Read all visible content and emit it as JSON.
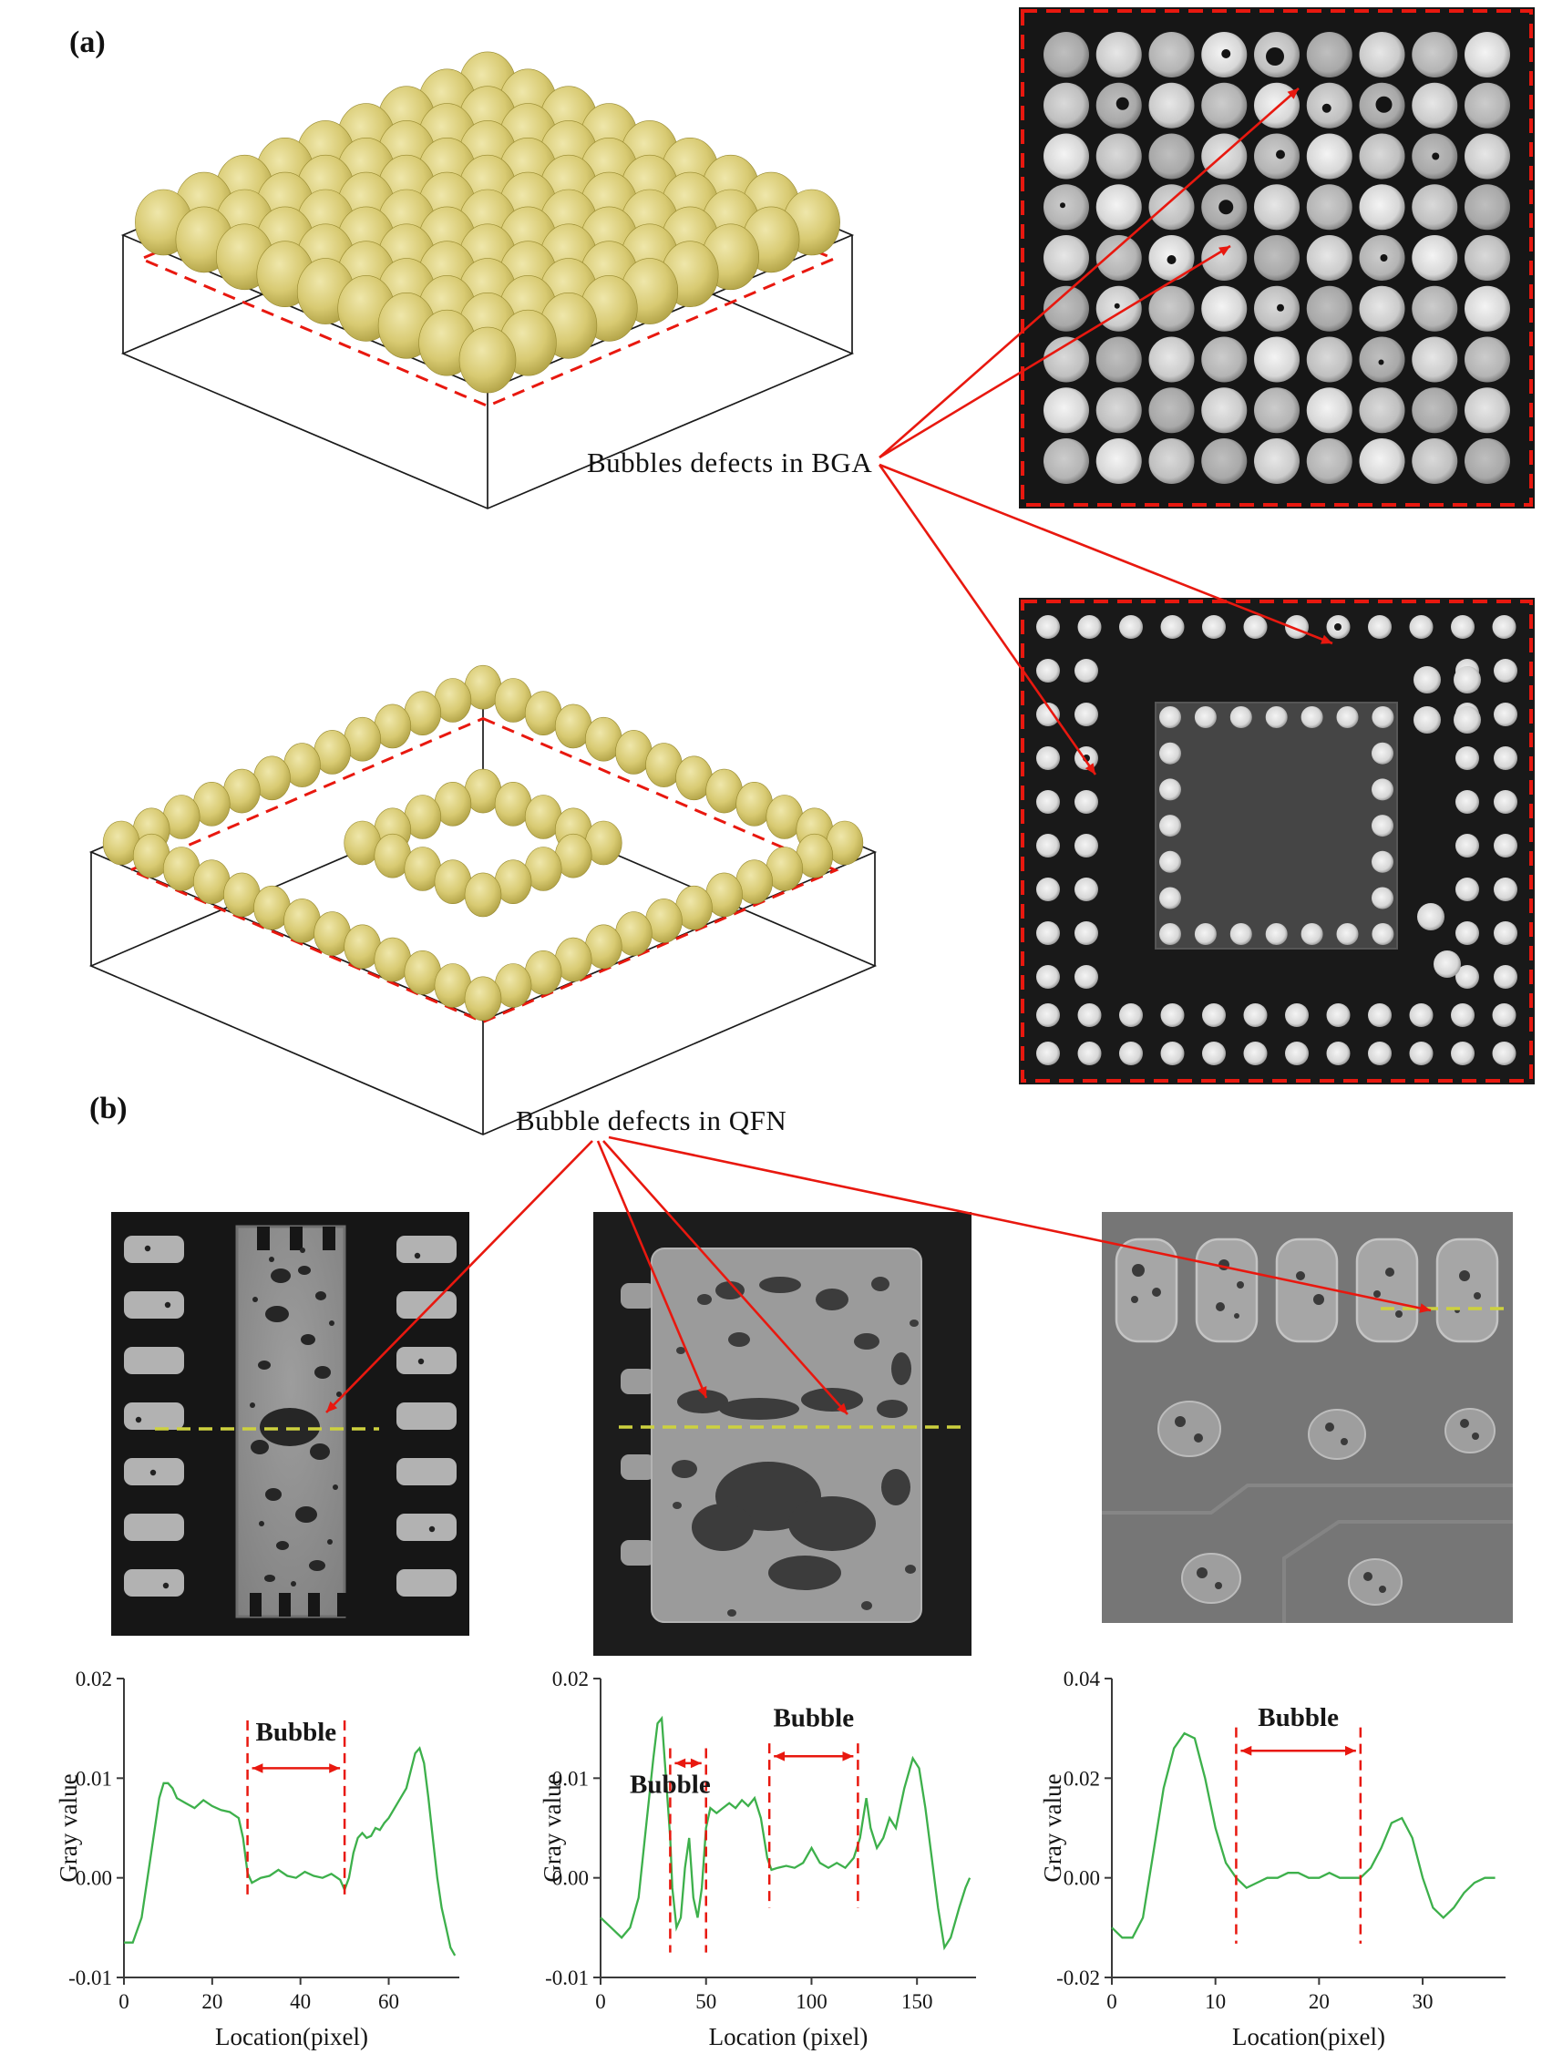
{
  "panel_a": {
    "label": "(a)",
    "caption": "Bubbles defects in BGA"
  },
  "panel_b": {
    "label": "(b)",
    "caption": "Bubble defects in QFN"
  },
  "colors": {
    "arrow_red": "#e8180f",
    "dashed_red": "#e8180f",
    "ball_yellow": "#d8ca72",
    "curve_green": "#3db04b",
    "scan_line_yellow": "#cdd13e",
    "xray_background": "#161616"
  },
  "bga_full_array": {
    "rows": 9,
    "cols": 9,
    "defects": [
      {
        "r": 0,
        "c": 3,
        "s": 5
      },
      {
        "r": 0,
        "c": 4,
        "s": 10
      },
      {
        "r": 1,
        "c": 1,
        "s": 7
      },
      {
        "r": 1,
        "c": 5,
        "s": 5
      },
      {
        "r": 1,
        "c": 6,
        "s": 9
      },
      {
        "r": 2,
        "c": 4,
        "s": 5
      },
      {
        "r": 2,
        "c": 7,
        "s": 4
      },
      {
        "r": 3,
        "c": 3,
        "s": 8
      },
      {
        "r": 3,
        "c": 0,
        "s": 3
      },
      {
        "r": 4,
        "c": 2,
        "s": 5
      },
      {
        "r": 4,
        "c": 6,
        "s": 4
      },
      {
        "r": 5,
        "c": 4,
        "s": 4
      },
      {
        "r": 5,
        "c": 1,
        "s": 3
      },
      {
        "r": 6,
        "c": 6,
        "s": 3
      }
    ]
  },
  "bga_perimeter_array": {
    "pattern": "perimeter-with-inner-ring",
    "outer_per_side": 13,
    "inner_per_side": 5
  },
  "chart_data": [
    {
      "type": "line",
      "xlabel": "Location(pixel)",
      "ylabel": "Gray value",
      "xlim": [
        0,
        76
      ],
      "ylim": [
        -0.01,
        0.02
      ],
      "xticks": [
        0,
        20,
        40,
        60
      ],
      "yticks": [
        "0.02",
        "0.01",
        "0.00",
        "-0.01"
      ],
      "legend": "none",
      "grid": false,
      "series": [
        {
          "name": "gray-profile",
          "x": [
            0,
            2,
            4,
            6,
            8,
            9,
            10,
            11,
            12,
            14,
            16,
            18,
            20,
            22,
            24,
            26,
            27,
            28,
            29,
            31,
            33,
            35,
            37,
            39,
            41,
            43,
            45,
            47,
            49,
            50,
            51,
            52,
            53,
            54,
            55,
            56,
            57,
            58,
            59,
            60,
            62,
            64,
            66,
            67,
            68,
            69,
            70,
            71,
            72,
            73,
            74,
            75
          ],
          "y": [
            -0.0065,
            -0.0065,
            -0.004,
            0.002,
            0.008,
            0.0095,
            0.0095,
            0.009,
            0.008,
            0.0075,
            0.007,
            0.0078,
            0.0072,
            0.0068,
            0.0066,
            0.006,
            0.004,
            0.0005,
            -0.0005,
            0,
            0.0002,
            0.0008,
            0.0002,
            0,
            0.0006,
            0.0002,
            0,
            0.0004,
            -0.0002,
            -0.0012,
            0,
            0.0025,
            0.004,
            0.0045,
            0.004,
            0.0042,
            0.005,
            0.0048,
            0.0055,
            0.006,
            0.0075,
            0.009,
            0.0125,
            0.013,
            0.0115,
            0.008,
            0.004,
            0,
            -0.003,
            -0.005,
            -0.007,
            -0.0078
          ]
        }
      ],
      "annotations": [
        {
          "label": "Bubble",
          "x1": 28,
          "x2": 50,
          "line_top": 0.0158,
          "line_bottom": -0.0022,
          "arrow_y": 0.011,
          "label_x": 39,
          "label_y": 0.0138
        }
      ]
    },
    {
      "type": "line",
      "xlabel": "Location (pixel)",
      "ylabel": "Gray value",
      "xlim": [
        0,
        178
      ],
      "ylim": [
        -0.01,
        0.02
      ],
      "xticks": [
        0,
        50,
        100,
        150
      ],
      "yticks": [
        "0.02",
        "0.01",
        "0.00",
        "-0.01"
      ],
      "legend": "none",
      "grid": false,
      "series": [
        {
          "name": "gray-profile",
          "x": [
            0,
            5,
            10,
            14,
            18,
            22,
            25,
            27,
            29,
            31,
            33,
            34,
            36,
            38,
            40,
            42,
            44,
            46,
            48,
            50,
            52,
            55,
            58,
            61,
            64,
            67,
            70,
            73,
            76,
            79,
            81,
            84,
            88,
            92,
            96,
            100,
            104,
            108,
            112,
            116,
            120,
            123,
            126,
            128,
            131,
            134,
            137,
            140,
            144,
            148,
            151,
            154,
            157,
            160,
            163,
            166,
            170,
            173,
            175
          ],
          "y": [
            -0.004,
            -0.005,
            -0.006,
            -0.005,
            -0.002,
            0.006,
            0.012,
            0.0155,
            0.016,
            0.01,
            0.004,
            -0.001,
            -0.005,
            -0.004,
            0.001,
            0.004,
            -0.002,
            -0.004,
            -0.001,
            0.005,
            0.007,
            0.0065,
            0.007,
            0.0075,
            0.007,
            0.0078,
            0.0072,
            0.008,
            0.006,
            0.002,
            0.0008,
            0.001,
            0.0012,
            0.001,
            0.0015,
            0.003,
            0.0015,
            0.001,
            0.0015,
            0.001,
            0.002,
            0.004,
            0.008,
            0.005,
            0.003,
            0.004,
            0.006,
            0.005,
            0.009,
            0.012,
            0.011,
            0.007,
            0.002,
            -0.003,
            -0.007,
            -0.006,
            -0.003,
            -0.001,
            0
          ]
        }
      ],
      "annotations": [
        {
          "label": "Bubble",
          "x1": 33,
          "x2": 50,
          "line_top": 0.013,
          "line_bottom": -0.0075,
          "arrow_y": 0.0115,
          "label_x": 33,
          "label_y": 0.0085
        },
        {
          "label": "Bubble",
          "x1": 80,
          "x2": 122,
          "line_top": 0.0135,
          "line_bottom": -0.003,
          "arrow_y": 0.0122,
          "label_x": 101,
          "label_y": 0.0152
        }
      ]
    },
    {
      "type": "line",
      "xlabel": "Location(pixel)",
      "ylabel": "Gray value",
      "xlim": [
        0,
        38
      ],
      "ylim": [
        -0.02,
        0.04
      ],
      "xticks": [
        0,
        10,
        20,
        30
      ],
      "yticks": [
        "0.04",
        "0.02",
        "0.00",
        "-0.02"
      ],
      "legend": "none",
      "grid": false,
      "series": [
        {
          "name": "gray-profile",
          "x": [
            0,
            1,
            2,
            3,
            4,
            5,
            6,
            7,
            8,
            9,
            10,
            11,
            12,
            13,
            14,
            15,
            16,
            17,
            18,
            19,
            20,
            21,
            22,
            23,
            24,
            25,
            26,
            27,
            28,
            29,
            30,
            31,
            32,
            33,
            34,
            35,
            36,
            37
          ],
          "y": [
            -0.01,
            -0.012,
            -0.012,
            -0.008,
            0.005,
            0.018,
            0.026,
            0.029,
            0.028,
            0.02,
            0.01,
            0.003,
            0,
            -0.002,
            -0.001,
            0,
            0,
            0.001,
            0.001,
            0,
            0,
            0.001,
            0,
            0,
            0,
            0.002,
            0.006,
            0.011,
            0.012,
            0.008,
            0,
            -0.006,
            -0.008,
            -0.006,
            -0.003,
            -0.001,
            0,
            0
          ]
        }
      ],
      "annotations": [
        {
          "label": "Bubble",
          "x1": 12,
          "x2": 24,
          "line_top": 0.0302,
          "line_bottom": -0.0132,
          "arrow_y": 0.0255,
          "label_x": 18,
          "label_y": 0.0305
        }
      ]
    }
  ]
}
